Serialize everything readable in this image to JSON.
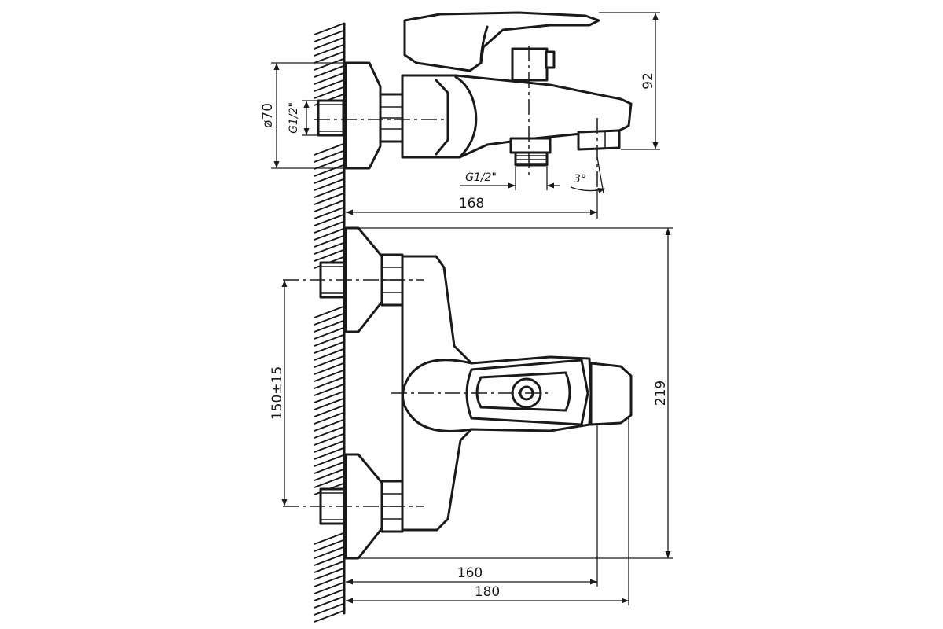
{
  "dimensions": {
    "flange_diameter": "ø70",
    "inlet_thread": "G1/2\"",
    "spout_thread": "G1/2\"",
    "spout_angle": "3°",
    "side_height": "92",
    "side_depth": "168",
    "center_distance": "150±15",
    "front_height": "219",
    "front_depth_spout": "160",
    "front_depth_total": "180"
  },
  "colors": {
    "line": "#1a1a1a",
    "background": "#ffffff"
  }
}
